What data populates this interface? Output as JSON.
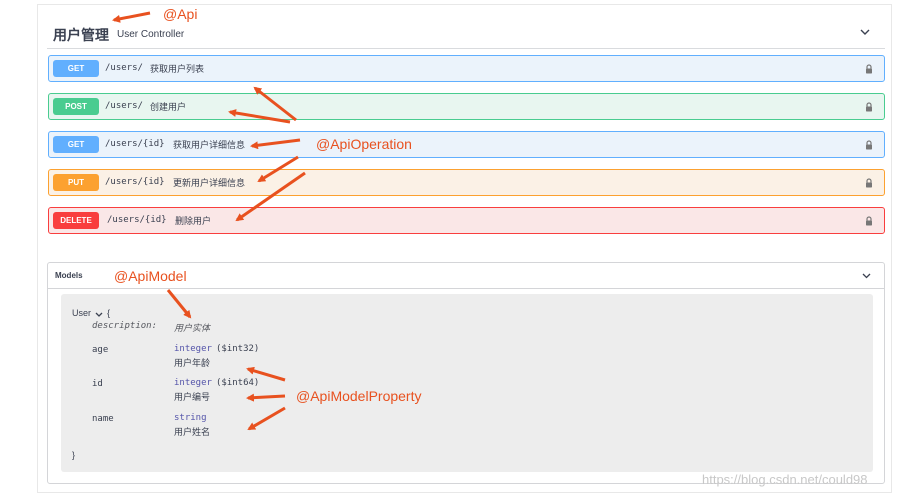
{
  "tag": {
    "title": "用户管理",
    "subtitle": "User Controller"
  },
  "operations": [
    {
      "method": "GET",
      "path": "/users/",
      "summary": "获取用户列表"
    },
    {
      "method": "POST",
      "path": "/users/",
      "summary": "创建用户"
    },
    {
      "method": "GET",
      "path": "/users/{id}",
      "summary": "获取用户详细信息"
    },
    {
      "method": "PUT",
      "path": "/users/{id}",
      "summary": "更新用户详细信息"
    },
    {
      "method": "DELETE",
      "path": "/users/{id}",
      "summary": "删除用户"
    }
  ],
  "models": {
    "title": "Models",
    "model_name": "User",
    "open_brace": "{",
    "close_brace": "}",
    "description_key": "description:",
    "description_value": "用户实体",
    "properties": [
      {
        "name": "age",
        "type": "integer",
        "format": "($int32)",
        "description": "用户年龄"
      },
      {
        "name": "id",
        "type": "integer",
        "format": "($int64)",
        "description": "用户编号"
      },
      {
        "name": "name",
        "type": "string",
        "format": "",
        "description": "用户姓名"
      }
    ]
  },
  "annotations": {
    "api": "@Api",
    "api_operation": "@ApiOperation",
    "api_model": "@ApiModel",
    "api_model_property": "@ApiModelProperty"
  },
  "watermark": "https://blog.csdn.net/could98",
  "colors": {
    "get": "#61affe",
    "post": "#49cc90",
    "put": "#fca130",
    "delete": "#f93e3e",
    "annotation": "#e8511f"
  }
}
